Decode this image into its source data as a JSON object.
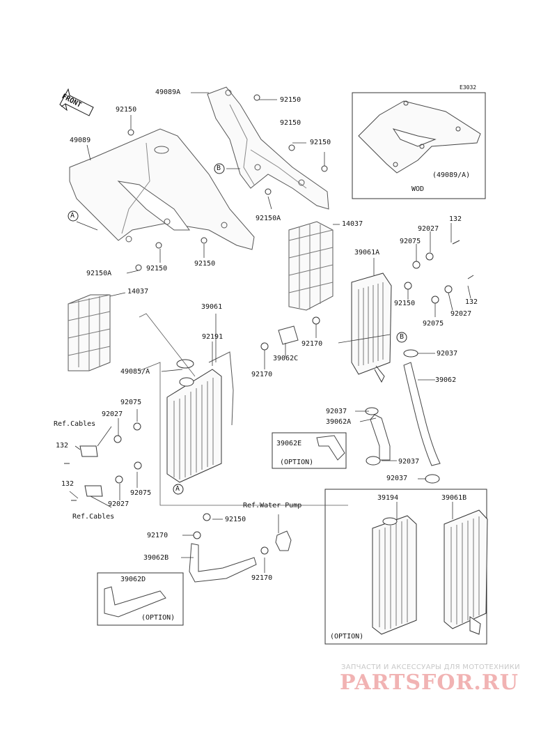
{
  "diagram_code": "E3032",
  "front_badge": "FRONT",
  "watermark": {
    "tagline": "ЗАПЧАСТИ И АКСЕССУАРЫ ДЛЯ МОТОТЕХНИКИ",
    "logo": "PARTSFOR.RU"
  },
  "inset_labels": {
    "wod_part": "(49089/A)",
    "wod_title": "WOD",
    "option_e": "(OPTION)",
    "option_d": "(OPTION)",
    "option_box": "(OPTION)"
  },
  "callouts": {
    "c49089A": "49089A",
    "c92150_t1": "92150",
    "c92150_t2": "92150",
    "c92150_t3": "92150",
    "c92150_tl": "92150",
    "c49089": "49089",
    "cB_top": "B",
    "c92150A_t": "92150A",
    "cA_left": "A",
    "c14037_r": "14037",
    "c132_t": "132",
    "c92027_t": "92027",
    "c92075_t": "92075",
    "c39061A": "39061A",
    "c92150A_b": "92150A",
    "c92150_b1": "92150",
    "c92150_b2": "92150",
    "c14037_l": "14037",
    "c92150_m": "92150",
    "c132_m": "132",
    "c92027_m": "92027",
    "c92075_m": "92075",
    "c39061": "39061",
    "c92191": "92191",
    "c92170_m": "92170",
    "cB_mid": "B",
    "c92037_t": "92037",
    "c39062C": "39062C",
    "c92170_c": "92170",
    "c39062": "39062",
    "c49085A": "49085/A",
    "c92075_l": "92075",
    "c92027_l": "92027",
    "refcables_1": "Ref.Cables",
    "c132_l": "132",
    "c92037_m": "92037",
    "c39062A": "39062A",
    "c39062E": "39062E",
    "c92037_b": "92037",
    "c92037_bb": "92037",
    "c132_l2": "132",
    "c92027_l2": "92027",
    "c92075_l2": "92075",
    "cA_bot": "A",
    "refcables_2": "Ref.Cables",
    "refwaterpump": "Ref.Water Pump",
    "c92150_low": "92150",
    "c92170_low": "92170",
    "c39062B": "39062B",
    "c92170_r": "92170",
    "c39062D": "39062D",
    "c39194": "39194",
    "c39061B": "39061B"
  }
}
